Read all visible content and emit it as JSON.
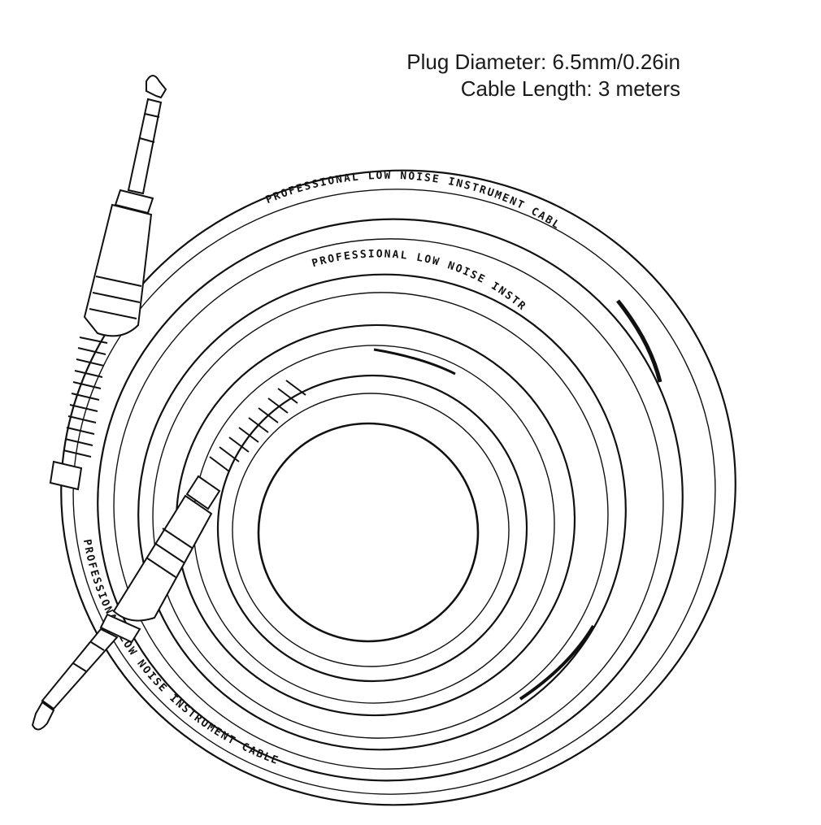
{
  "specs": {
    "plug_diameter": "Plug Diameter: 6.5mm/0.26in",
    "cable_length": "Cable Length: 3 meters"
  },
  "cable_print": {
    "outer": "PROFESSIONAL LOW NOISE INSTRUMENT CABLE",
    "middle": "PROFESSIONAL LOW NOISE INSTRUMENT",
    "lower": "PROFESSIONAL LOW NOISE INSTRUMENT CABLE"
  },
  "colors": {
    "line": "#111111",
    "background": "#ffffff"
  }
}
